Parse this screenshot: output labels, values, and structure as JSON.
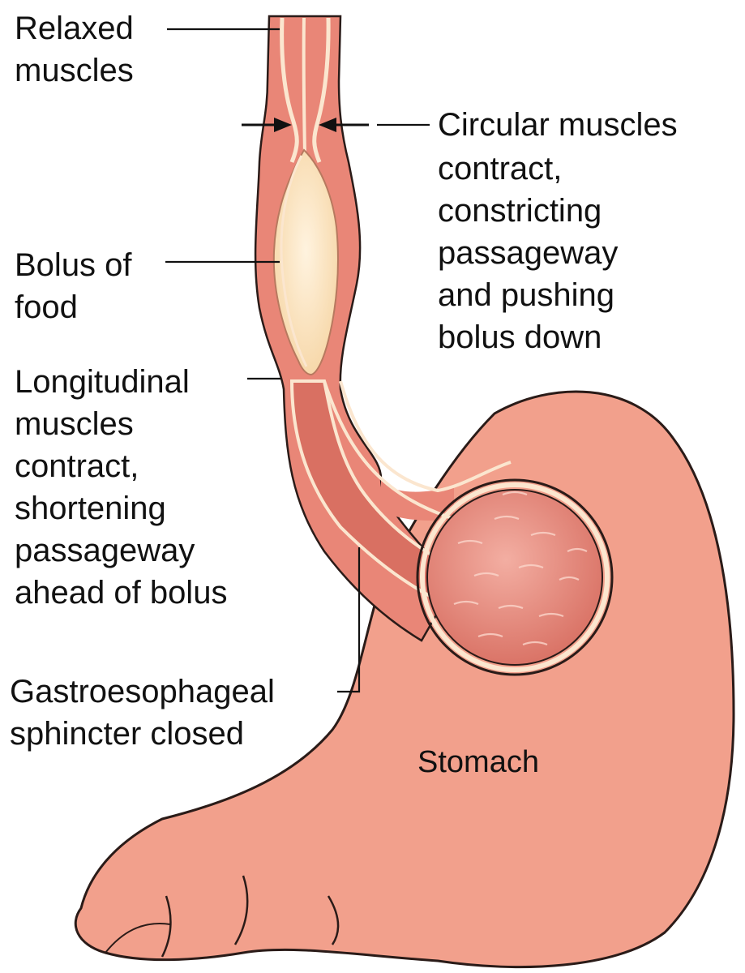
{
  "labels": {
    "relaxed_muscles": [
      "Relaxed",
      "muscles"
    ],
    "circular_muscles": [
      "Circular muscles",
      "contract,",
      "constricting",
      "passageway",
      "and pushing",
      "bolus down"
    ],
    "bolus_of_food": [
      "Bolus of",
      "food"
    ],
    "longitudinal_muscles": [
      "Longitudinal",
      "muscles",
      "contract,",
      "shortening",
      "passageway",
      "ahead of bolus"
    ],
    "gastroesophageal_sphincter": [
      "Gastroesophageal",
      "sphincter closed"
    ],
    "stomach": "Stomach"
  },
  "colors": {
    "stomach_fill": "#f2a08c",
    "stomach_outline": "#2a1b18",
    "esophagus_wall": "#e98677",
    "esophagus_lumen": "#d97062",
    "membrane_line": "#fbe6cf",
    "bolus": "#fbe2bd",
    "rugae_ball": "#e6877c",
    "text": "#111111"
  }
}
